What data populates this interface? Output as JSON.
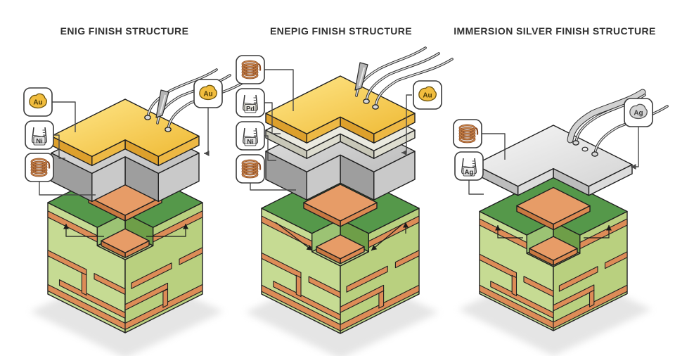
{
  "page": {
    "background_color": "#ffffff"
  },
  "diagrams": [
    {
      "id": "enig",
      "title": "ENIG FINISH STRUCTURE",
      "finish_stack": [
        {
          "material": "copper",
          "role": "pad"
        },
        {
          "material": "nickel"
        },
        {
          "material": "gold"
        }
      ],
      "left_badges": [
        {
          "icon": "gold-nugget-icon",
          "label": "Au"
        },
        {
          "icon": "nickel-bath-beaker-icon",
          "label": "Ni"
        },
        {
          "icon": "copper-coil-icon",
          "label": ""
        }
      ],
      "right_badge": {
        "icon": "gold-nugget-icon",
        "label": "Au"
      }
    },
    {
      "id": "enepig",
      "title": "ENEPIG FINISH STRUCTURE",
      "finish_stack": [
        {
          "material": "copper",
          "role": "pad"
        },
        {
          "material": "nickel"
        },
        {
          "material": "palladium"
        },
        {
          "material": "gold"
        }
      ],
      "left_badges": [
        {
          "icon": "copper-coil-icon",
          "label": ""
        },
        {
          "icon": "palladium-bath-beaker-icon",
          "label": "Pd"
        },
        {
          "icon": "nickel-bath-beaker-icon",
          "label": "Ni"
        },
        {
          "icon": "copper-coil-icon",
          "label": ""
        }
      ],
      "right_badge": {
        "icon": "gold-nugget-icon",
        "label": "Au"
      }
    },
    {
      "id": "immersion-silver",
      "title": "IMMERSION SILVER FINISH STRUCTURE",
      "finish_stack": [
        {
          "material": "copper",
          "role": "pad"
        },
        {
          "material": "silver"
        }
      ],
      "left_badges": [
        {
          "icon": "copper-coil-icon",
          "label": ""
        },
        {
          "icon": "silver-bath-beaker-icon",
          "label": "Ag"
        }
      ],
      "right_badge": {
        "icon": "silver-nugget-icon",
        "label": "Ag"
      }
    }
  ],
  "colors": {
    "outline": "#1f1f1f",
    "connector": "#4a4a4a",
    "title_text": "#323232",
    "shadow": "#e5e5e5",
    "gold_top_light": "#FFE88C",
    "gold_top": "#EFB934",
    "gold_left": "#DDA02C",
    "gold_right": "#EDB844",
    "nickel_top_light": "#E3E3E3",
    "nickel_top": "#BDBDBD",
    "nickel_left": "#9E9E9E",
    "nickel_right": "#C9C9C9",
    "palladium_top": "#EBEAE0",
    "palladium_left": "#C8C7B8",
    "palladium_right": "#DEDDD0",
    "silver_top_light": "#F7F7F7",
    "silver_top": "#D4D4D4",
    "silver_left": "#BDBDBD",
    "silver_right": "#DCDCDC",
    "copper_top": "#E79C67",
    "copper_left": "#C87841",
    "copper_right": "#DC8951",
    "copper_trace": "#DD8C57",
    "mask_top": "#55984A",
    "notch_wall_light": "#9CC374",
    "notch_wall_dark": "#6E9E48",
    "notch_floor": "#BCD489",
    "laminate_left": "#C6DB93",
    "laminate_right": "#B9D07F",
    "badge_fill": "#ffffff",
    "badge_border": "#3a3a3a",
    "beaker_liquid_ni": "#CFCFCF",
    "beaker_liquid_pd": "#DAD9CB",
    "beaker_liquid_ag": "#DBDBDB",
    "nugget_gold": "#F1BD3E",
    "nugget_gold_edge": "#6d550f",
    "nugget_gold_text": "#4a3a06",
    "nugget_silver": "#D4D4D4",
    "nugget_silver_edge": "#565656",
    "nugget_silver_text": "#3d3d3d",
    "coil_dark": "#8A4A22",
    "coil_light": "#D08A4E",
    "wire_outer": "#2E2E2E",
    "wire_inner": "#E6E6E6",
    "ribbon_fill": "#D2D2D2",
    "ball_fill": "#D8D8D8",
    "tool_fill": "#B5B5B5",
    "arrow": "#1a1a1a"
  }
}
